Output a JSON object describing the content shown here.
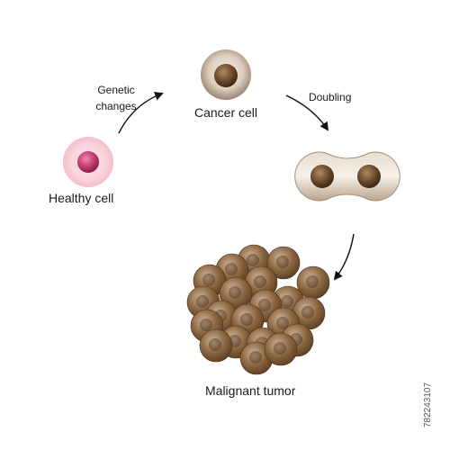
{
  "labels": {
    "healthy_cell": "Healthy cell",
    "genetic_changes_line1": "Genetic",
    "genetic_changes_line2": "changes",
    "cancer_cell": "Cancer cell",
    "doubling": "Doubling",
    "malignant_tumor": "Malignant tumor"
  },
  "stock_id": "782243107",
  "colors": {
    "healthy_outer": "#f7c9d2",
    "healthy_nucleus": "#c23a6e",
    "cancer_outer": "#c7b49e",
    "cancer_nucleus": "#6b4a2c",
    "tumor_cell": "#8a6540",
    "arrow": "#111111"
  }
}
